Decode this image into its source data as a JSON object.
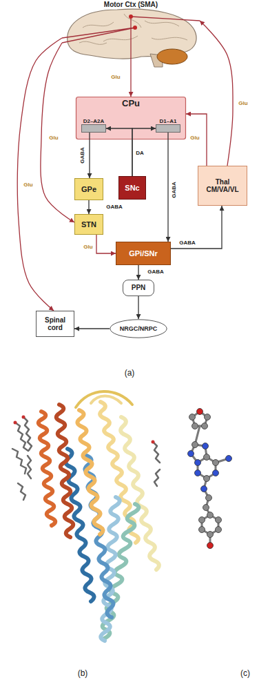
{
  "diagram": {
    "nodes": [
      {
        "text": [
          "Motor Ctx (SMA)"
        ]
      },
      {
        "text": [
          "CPu"
        ]
      },
      {
        "text": [
          "D2–A2A"
        ],
        "in": 1
      },
      {
        "text": [
          "D1–A1"
        ],
        "in": 1
      },
      {
        "text": [
          "GPe"
        ]
      },
      {
        "text": [
          "SNc"
        ]
      },
      {
        "text": [
          "Thal CM/VA/VL"
        ]
      },
      {
        "text": [
          "STN"
        ]
      },
      {
        "text": [
          "GPi/SNr"
        ]
      },
      {
        "text": [
          "PPN"
        ]
      },
      {
        "text": [
          "Spinal cord"
        ]
      },
      {
        "text": [
          "NRGC/NRPC"
        ]
      }
    ],
    "edges": [
      {
        "from": 0,
        "to": 1,
        "label": "Glu",
        "arrow": "to"
      },
      {
        "from": 0,
        "to": 7,
        "label": "Glu",
        "arrow": "to"
      },
      {
        "from": 0,
        "to": 10,
        "label": "Glu",
        "arrow": "to"
      },
      {
        "from": 6,
        "to": 0,
        "label": "Glu",
        "arrow": "to"
      },
      {
        "from": 6,
        "to": 1,
        "label": "Glu",
        "arrow": "to"
      },
      {
        "from": 2,
        "to": 4,
        "label": "GABA",
        "arrow": "to"
      },
      {
        "from": 4,
        "to": 7,
        "label": "GABA",
        "arrow": "to"
      },
      {
        "from": 7,
        "to": 8,
        "label": "Glu",
        "arrow": "to"
      },
      {
        "from": 5,
        "to": 2,
        "label": "DA",
        "arrow": "to"
      },
      {
        "from": 5,
        "to": 3,
        "arrow": "to"
      },
      {
        "from": 3,
        "to": 8,
        "label": "GABA",
        "arrow": "to"
      },
      {
        "from": 8,
        "to": 6,
        "label": "GABA",
        "arrow": "to"
      },
      {
        "from": 8,
        "to": 9,
        "label": "GABA",
        "arrow": "to"
      },
      {
        "from": 9,
        "to": 11,
        "arrow": "to"
      },
      {
        "from": 11,
        "to": 10,
        "arrow": "to"
      }
    ],
    "labels": [
      "(a)",
      "(b)",
      "(c)"
    ]
  }
}
